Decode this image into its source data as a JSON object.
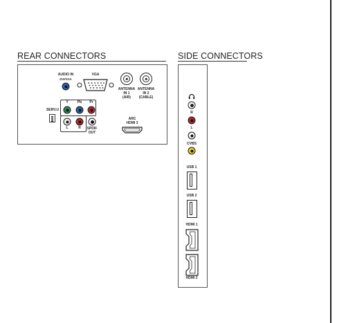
{
  "rear": {
    "title": "REAR CONNECTORS",
    "audio_in": "AUDIO IN",
    "audio_in_sub": "DVI/VGA",
    "vga": "VGA",
    "antenna1": [
      "ANTENNA",
      "IN 1",
      "(AIR)"
    ],
    "antenna2": [
      "ANTENNA",
      "IN 2",
      "(CABLE)"
    ],
    "serv": "SERV.U",
    "y": "Y",
    "pb": "Pb",
    "pr": "Pr",
    "l": "L",
    "r": "R",
    "spdif": [
      "SPDIF",
      "OUT"
    ],
    "arc": [
      "ARC",
      "HDMI 3"
    ]
  },
  "side": {
    "title": "SIDE CONNECTORS",
    "headphone": "☊",
    "r": "R",
    "l": "L",
    "cvbs": "CVBS",
    "usb1": "USB 1",
    "usb2": "USB 2",
    "hdmi1": "HDMI 1",
    "hdmi2": "HDMI 2"
  },
  "colors": {
    "green": "#2f8f52",
    "blue": "#2b62ad",
    "red": "#b8262e",
    "yellow": "#e8d21a",
    "white": "#f2f2f2",
    "black": "#222222"
  }
}
